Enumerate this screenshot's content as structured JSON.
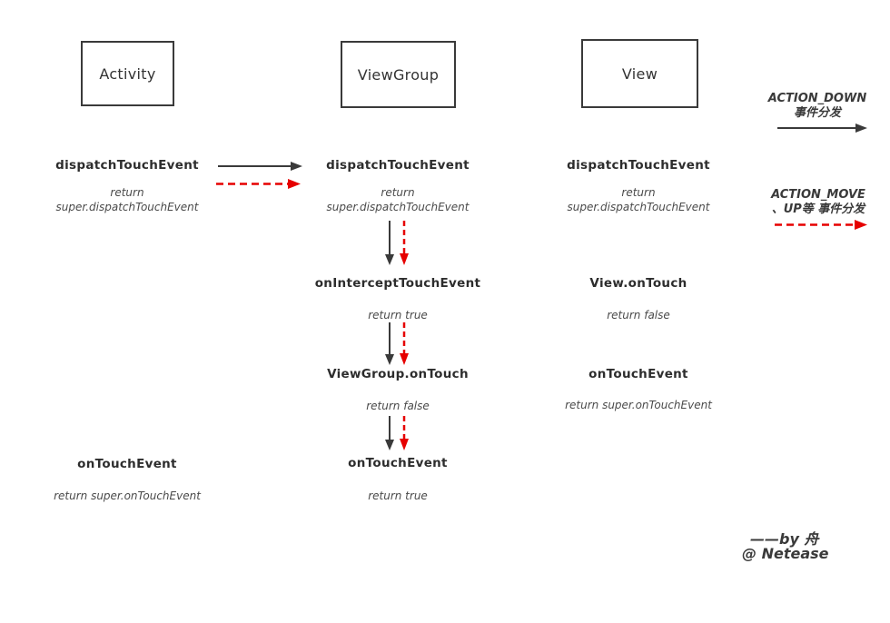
{
  "colors": {
    "ink": "#3a3a3a",
    "red": "#e60000",
    "muted_text": "#4a4a4a"
  },
  "boxes": {
    "activity": "Activity",
    "viewgroup": "ViewGroup",
    "view": "View"
  },
  "activity": {
    "dispatch": "dispatchTouchEvent",
    "dispatch_return": "return\nsuper.dispatchTouchEvent",
    "on_touch_event": "onTouchEvent",
    "on_touch_event_return": "return super.onTouchEvent"
  },
  "viewgroup": {
    "dispatch": "dispatchTouchEvent",
    "dispatch_return": "return\nsuper.dispatchTouchEvent",
    "on_intercept": "onInterceptTouchEvent",
    "on_intercept_return": "return true",
    "on_touch": "ViewGroup.onTouch",
    "on_touch_return": "return false",
    "on_touch_event": "onTouchEvent",
    "on_touch_event_return": "return true"
  },
  "view": {
    "dispatch": "dispatchTouchEvent",
    "dispatch_return": "return\nsuper.dispatchTouchEvent",
    "on_touch": "View.onTouch",
    "on_touch_return": "return false",
    "on_touch_event": "onTouchEvent",
    "on_touch_event_return": "return super.onTouchEvent"
  },
  "legend": {
    "down": "ACTION_DOWN\n事件分发",
    "move": "ACTION_MOVE\n、UP等 事件分发"
  },
  "signature": {
    "line1": "——by 舟",
    "line2": "@ Netease"
  }
}
